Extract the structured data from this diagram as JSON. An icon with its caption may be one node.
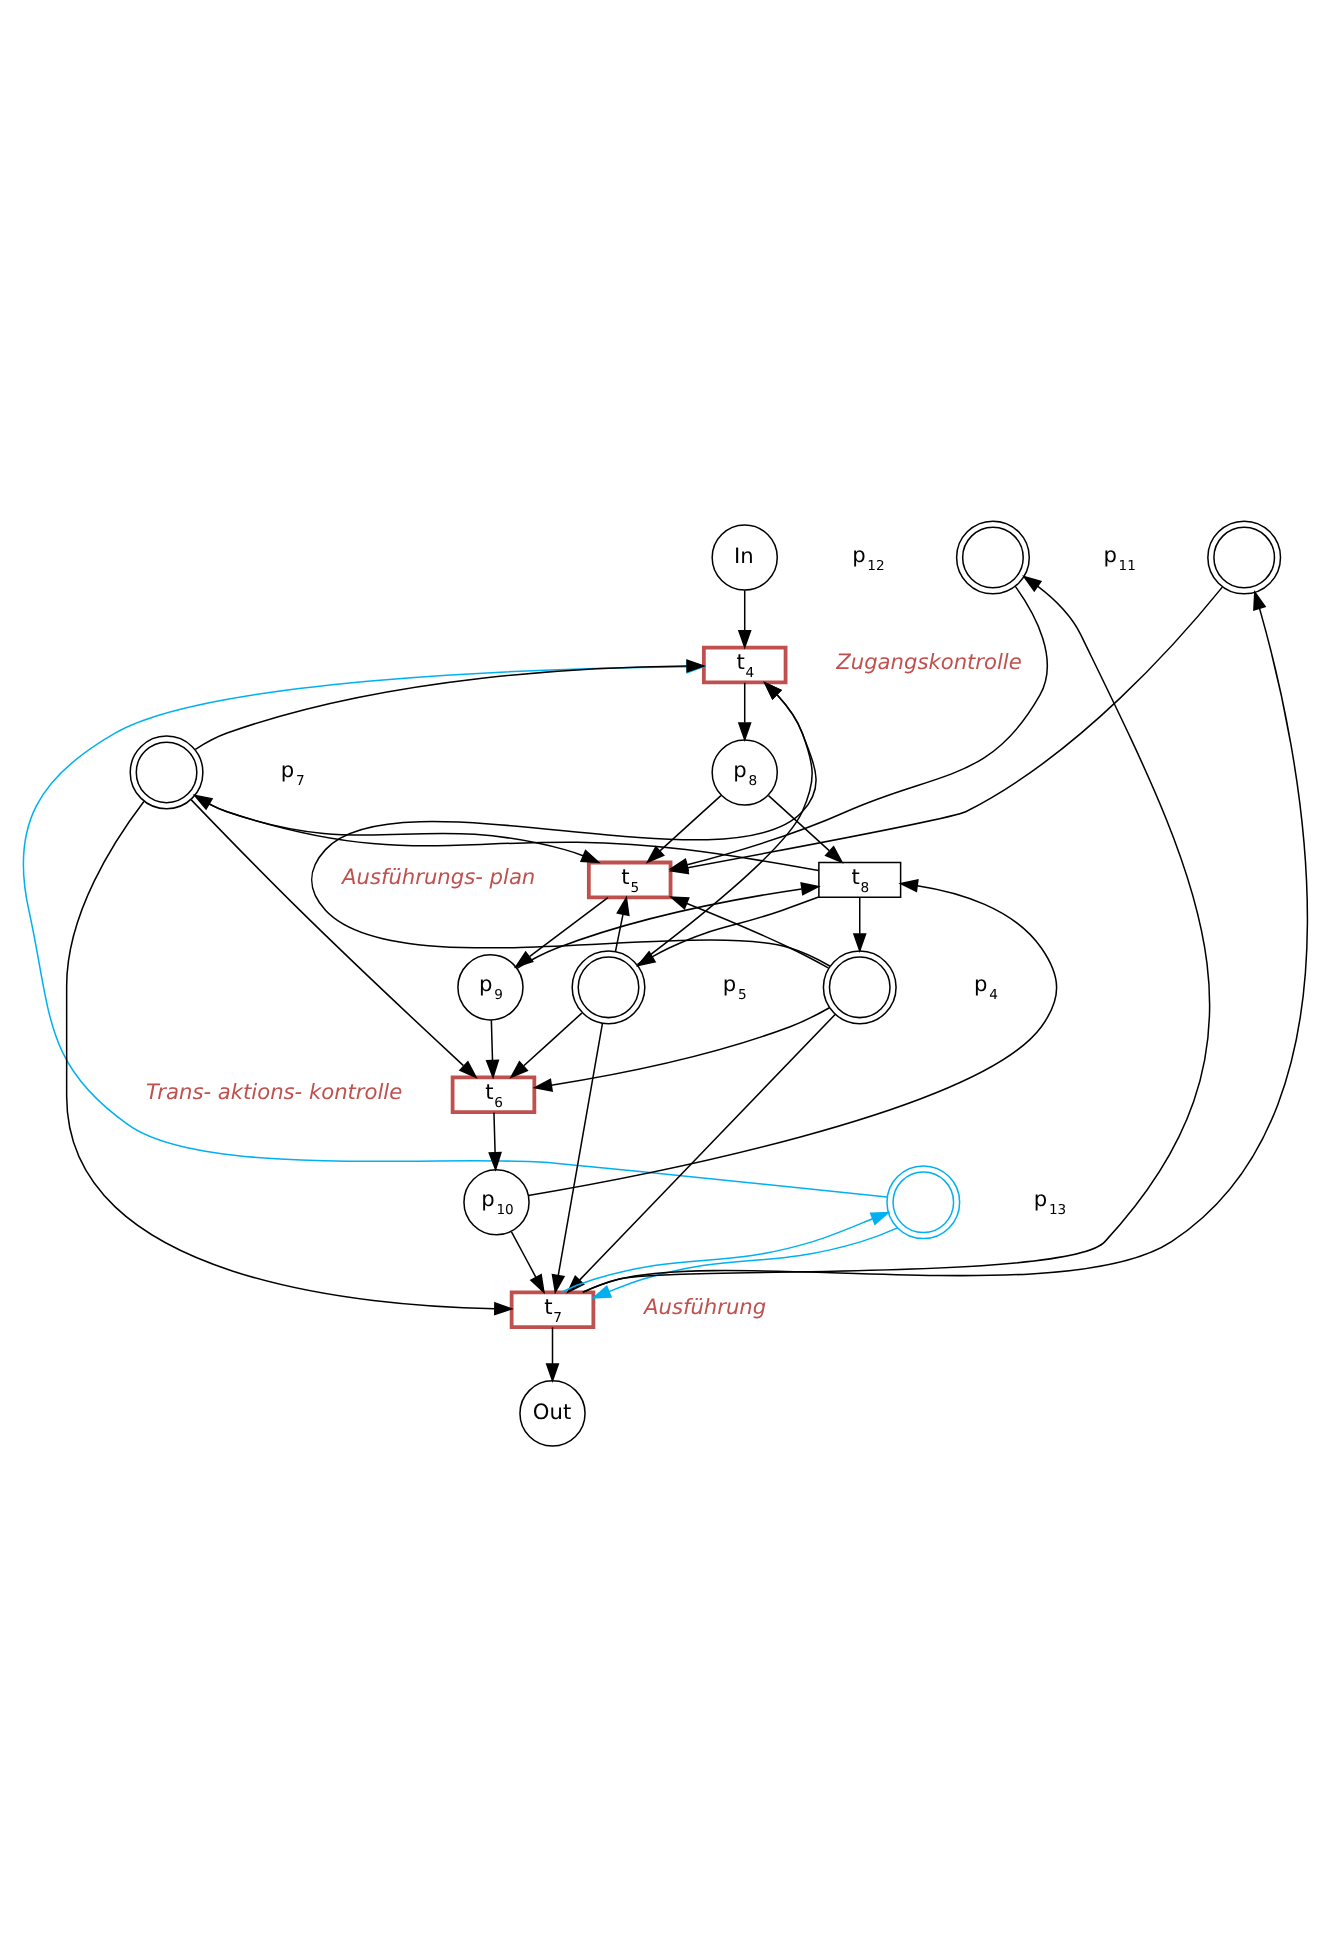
{
  "diagram": {
    "nodes": [
      {
        "text": [
          "In"
        ]
      },
      {
        "text": [
          "t$_{4}$"
        ],
        "beside": [
          "Zugangskontrolle"
        ]
      },
      {
        "text": [],
        "shape": "circle",
        "beside": [
          "p$_{13}$"
        ]
      },
      {
        "text": [
          "p$_{8}$"
        ]
      },
      {
        "text": [
          "t$_{8}$"
        ]
      },
      {
        "text": [],
        "shape": "circle",
        "beside": [
          "p$_{7}$"
        ]
      },
      {
        "text": [
          "t$_{5}$"
        ],
        "beside": [
          "Ausführungs- plan"
        ]
      },
      {
        "text": [],
        "shape": "circle",
        "beside": [
          "p$_{12}$"
        ]
      },
      {
        "text": [],
        "shape": "circle",
        "beside": [
          "p$_{4}$"
        ]
      },
      {
        "text": [],
        "shape": "circle",
        "beside": [
          "p$_{11}$"
        ]
      },
      {
        "text": [
          "p$_{9}$"
        ]
      },
      {
        "text": [],
        "shape": "circle",
        "beside": [
          "p$_{5}$"
        ]
      },
      {
        "text": [
          "t$_{6}$"
        ],
        "beside": [
          "Trans- aktions- kontrolle"
        ]
      },
      {
        "text": [
          "p$_{10}$"
        ]
      },
      {
        "text": [
          "t$_{7}$"
        ],
        "beside": [
          "Ausführung"
        ]
      },
      {
        "text": [
          "Out"
        ]
      }
    ],
    "edges": [
      {
        "from": 0,
        "to": 1,
        "arrow": "to"
      },
      {
        "from": 1,
        "to": 3,
        "arrow": "to"
      },
      {
        "from": 3,
        "to": 6,
        "arrow": "to"
      },
      {
        "from": 3,
        "to": 4,
        "arrow": "to"
      },
      {
        "from": 6,
        "to": 10,
        "arrow": "to"
      },
      {
        "from": 10,
        "to": 12,
        "arrow": "to"
      },
      {
        "from": 12,
        "to": 13,
        "arrow": "to"
      },
      {
        "from": 13,
        "to": 14,
        "arrow": "to"
      },
      {
        "from": 14,
        "to": 15,
        "arrow": "to"
      },
      {
        "from": 2,
        "to": 1,
        "arrow": "to",
        "color": "#00b0f0"
      },
      {
        "from": 2,
        "to": 14,
        "arrow": "to",
        "color": "#00b0f0"
      },
      {
        "from": 14,
        "to": 2,
        "arrow": "to",
        "color": "#00b0f0"
      },
      {
        "from": 7,
        "to": 6,
        "arrow": "to"
      },
      {
        "from": 14,
        "to": 7,
        "arrow": "to"
      },
      {
        "from": 9,
        "to": 6,
        "arrow": "to"
      },
      {
        "from": 14,
        "to": 9,
        "arrow": "to"
      },
      {
        "from": 4,
        "to": 5,
        "arrow": "to"
      },
      {
        "from": 5,
        "to": 1,
        "arrow": "to"
      },
      {
        "from": 5,
        "to": 6,
        "arrow": "to"
      },
      {
        "from": 5,
        "to": 12,
        "arrow": "to"
      },
      {
        "from": 5,
        "to": 14,
        "arrow": "to"
      },
      {
        "from": 4,
        "to": 8,
        "arrow": "to"
      },
      {
        "from": 8,
        "to": 1,
        "arrow": "to"
      },
      {
        "from": 8,
        "to": 6,
        "arrow": "to"
      },
      {
        "from": 8,
        "to": 12,
        "arrow": "to"
      },
      {
        "from": 8,
        "to": 14,
        "arrow": "to"
      },
      {
        "from": 4,
        "to": 11,
        "arrow": "to"
      },
      {
        "from": 11,
        "to": 1,
        "arrow": "to"
      },
      {
        "from": 11,
        "to": 6,
        "arrow": "to"
      },
      {
        "from": 11,
        "to": 12,
        "arrow": "to"
      },
      {
        "from": 11,
        "to": 14,
        "arrow": "to"
      },
      {
        "from": 10,
        "to": 4,
        "arrow": "to"
      },
      {
        "from": 13,
        "to": 4,
        "arrow": "to"
      }
    ]
  }
}
